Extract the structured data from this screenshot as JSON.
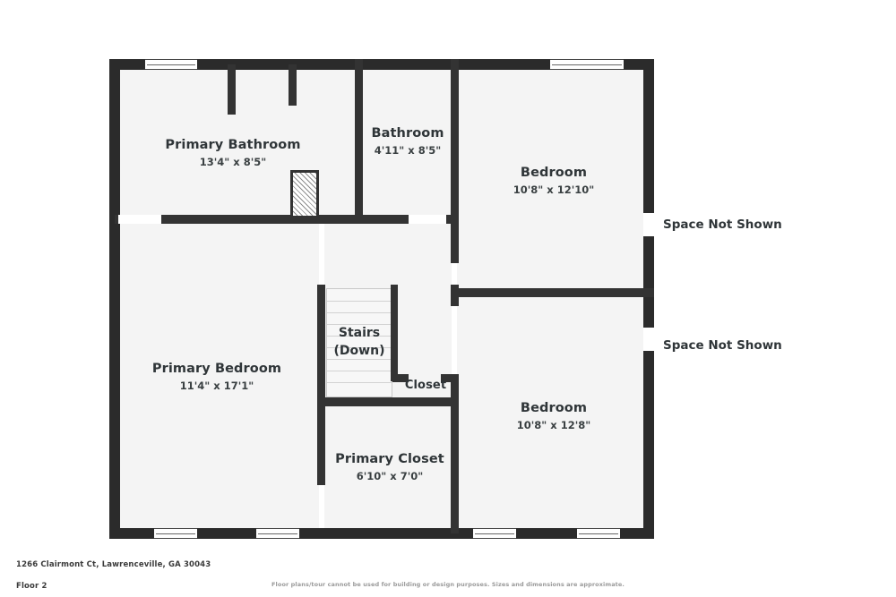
{
  "document": {
    "address": "1266 Clairmont Ct, Lawrenceville, GA 30043",
    "floor": "Floor 2",
    "disclaimer": "Floor plans/tour cannot be used for building or design purposes. Sizes and dimensions are approximate."
  },
  "colors": {
    "wall": "#333333",
    "room_fill": "#f4f4f4",
    "text": "#2f3538",
    "page_background": "#ffffff",
    "footer_text": "#3a3a3a",
    "disclaimer_text": "#9a9a9a"
  },
  "rooms": [
    {
      "id": "primary-bathroom",
      "name": "Primary Bathroom",
      "dimensions": "13'4\" x 8'5\""
    },
    {
      "id": "bathroom",
      "name": "Bathroom",
      "dimensions": "4'11\" x 8'5\""
    },
    {
      "id": "bedroom-upper",
      "name": "Bedroom",
      "dimensions": "10'8\" x 12'10\""
    },
    {
      "id": "primary-bedroom",
      "name": "Primary Bedroom",
      "dimensions": "11'4\" x 17'1\""
    },
    {
      "id": "bedroom-lower",
      "name": "Bedroom",
      "dimensions": "10'8\" x 12'8\""
    },
    {
      "id": "primary-closet",
      "name": "Primary Closet",
      "dimensions": "6'10\" x 7'0\""
    },
    {
      "id": "closet",
      "name": "Closet",
      "dimensions": ""
    }
  ],
  "stairs": {
    "line1": "Stairs",
    "line2": "(Down)",
    "step_count": 9
  },
  "notes": [
    {
      "id": "space-not-shown-upper",
      "text": "Space Not Shown"
    },
    {
      "id": "space-not-shown-lower",
      "text": "Space Not Shown"
    }
  ]
}
